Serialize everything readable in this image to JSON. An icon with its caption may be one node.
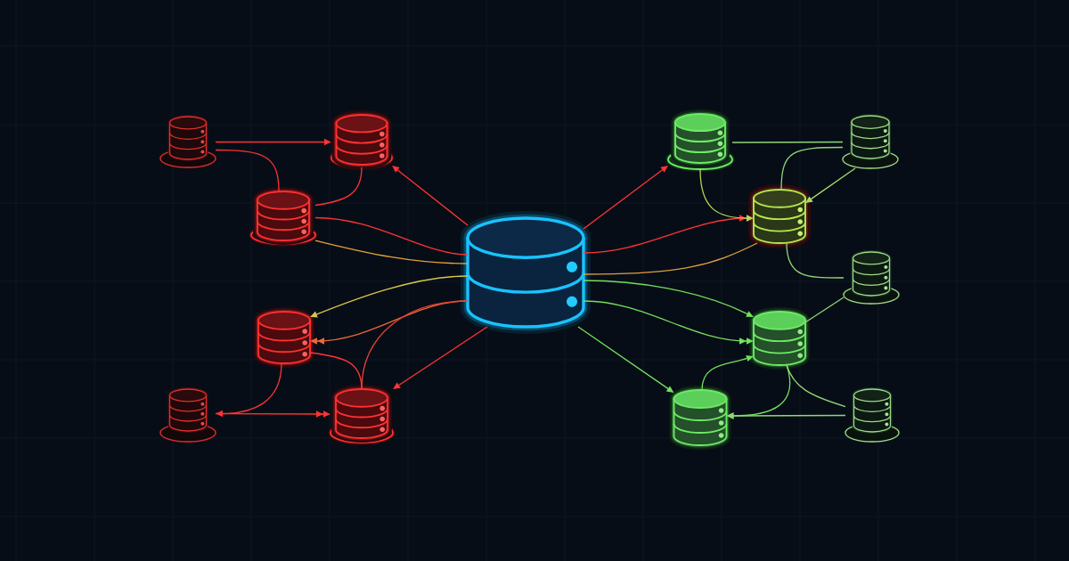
{
  "diagram": {
    "nodes": [
      {
        "text": [],
        "shape": "cylinder"
      },
      {
        "text": [],
        "shape": "cylinder"
      },
      {
        "text": [],
        "shape": "cylinder"
      },
      {
        "text": [],
        "shape": "cylinder"
      },
      {
        "text": [],
        "shape": "cylinder"
      },
      {
        "text": [],
        "shape": "cylinder"
      },
      {
        "text": [],
        "shape": "cylinder"
      },
      {
        "text": [],
        "shape": "cylinder"
      },
      {
        "text": [],
        "shape": "cylinder"
      },
      {
        "text": [],
        "shape": "cylinder"
      },
      {
        "text": [],
        "shape": "cylinder"
      },
      {
        "text": [],
        "shape": "cylinder"
      },
      {
        "text": [],
        "shape": "cylinder"
      },
      {
        "text": [],
        "shape": "cylinder"
      }
    ],
    "edges": [
      {
        "from": 1,
        "to": 2,
        "arrow": "to",
        "color": "#ff3434"
      },
      {
        "from": 1,
        "to": 3,
        "arrow": "none",
        "color": "#ff3434"
      },
      {
        "from": 3,
        "to": 2,
        "arrow": "none",
        "color": "#ff3434"
      },
      {
        "from": 0,
        "to": 2,
        "arrow": "to",
        "color": "#ff3434"
      },
      {
        "from": 3,
        "to": 0,
        "arrow": "none",
        "color": "#ff3434"
      },
      {
        "from": 3,
        "to": 0,
        "arrow": "none",
        "color": "#e8a23a"
      },
      {
        "from": 0,
        "to": 4,
        "arrow": "to",
        "color": "#d6c84a"
      },
      {
        "from": 0,
        "to": 4,
        "arrow": "to",
        "color": "#e86a3a"
      },
      {
        "from": 0,
        "to": 6,
        "arrow": "none",
        "color": "#f04034"
      },
      {
        "from": 4,
        "to": 6,
        "arrow": "none",
        "color": "#ff3434"
      },
      {
        "from": 0,
        "to": 6,
        "arrow": "to",
        "color": "#ff3434"
      },
      {
        "from": 4,
        "to": 5,
        "arrow": "to",
        "color": "#ff3434"
      },
      {
        "from": 5,
        "to": 6,
        "arrow": "to",
        "color": "#ff3434"
      },
      {
        "from": 0,
        "to": 7,
        "arrow": "to",
        "color": "#ff3434"
      },
      {
        "from": 7,
        "to": 8,
        "arrow": "none",
        "color": "#8ed876"
      },
      {
        "from": 0,
        "to": 9,
        "arrow": "to",
        "color": "#ff3434"
      },
      {
        "from": 7,
        "to": 9,
        "arrow": "to",
        "color": "#b4d850"
      },
      {
        "from": 8,
        "to": 9,
        "arrow": "none",
        "color": "#8ed876"
      },
      {
        "from": 8,
        "to": 9,
        "arrow": "to",
        "color": "#a8dc6a"
      },
      {
        "from": 0,
        "to": 9,
        "arrow": "none",
        "color": "#e0a040"
      },
      {
        "from": 9,
        "to": 10,
        "arrow": "none",
        "color": "#8ed876"
      },
      {
        "from": 0,
        "to": 11,
        "arrow": "to",
        "color": "#74e05c"
      },
      {
        "from": 0,
        "to": 11,
        "arrow": "to",
        "color": "#74e05c"
      },
      {
        "from": 0,
        "to": 12,
        "arrow": "to",
        "color": "#74e05c"
      },
      {
        "from": 12,
        "to": 11,
        "arrow": "to",
        "color": "#74e05c"
      },
      {
        "from": 10,
        "to": 11,
        "arrow": "none",
        "color": "#8ed876"
      },
      {
        "from": 11,
        "to": 12,
        "arrow": "to",
        "color": "#74e05c"
      },
      {
        "from": 13,
        "to": 12,
        "arrow": "to",
        "color": "#8ed876"
      },
      {
        "from": 13,
        "to": 11,
        "arrow": "none",
        "color": "#8ed876"
      }
    ]
  }
}
